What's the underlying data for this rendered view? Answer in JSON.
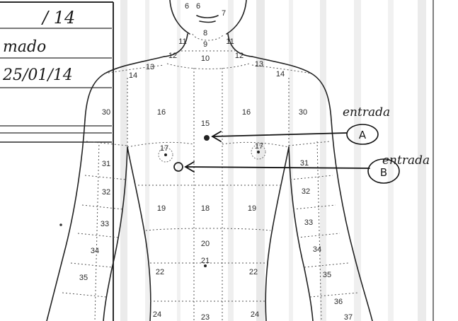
{
  "form": {
    "field_1": "/ 14",
    "field_2": "mado",
    "field_3": "25/01/14"
  },
  "annotations": [
    {
      "letter": "A",
      "note": "entrada"
    },
    {
      "letter": "B",
      "note": "entrada"
    }
  ],
  "zones": {
    "face": [
      "6",
      "6",
      "7",
      "8"
    ],
    "neck": [
      "11",
      "9",
      "11",
      "12",
      "10",
      "12"
    ],
    "shoulder": [
      "13",
      "13",
      "14",
      "14"
    ],
    "chest": [
      "16",
      "15",
      "16",
      "30",
      "30",
      "17",
      "17"
    ],
    "arm_right": [
      "31",
      "32",
      "33",
      "34",
      "35"
    ],
    "arm_left": [
      "31",
      "32",
      "33",
      "34",
      "35",
      "36",
      "37"
    ],
    "abdomen": [
      "19",
      "18",
      "19",
      "20",
      "21",
      "22",
      "22",
      "24",
      "23",
      "24"
    ]
  }
}
